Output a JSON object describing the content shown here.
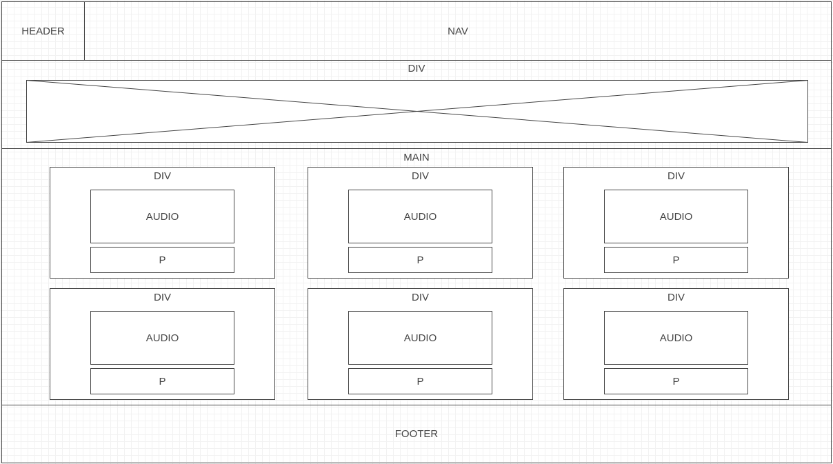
{
  "header": {
    "label": "HEADER"
  },
  "nav": {
    "label": "NAV"
  },
  "hero": {
    "label": "DIV"
  },
  "main": {
    "label": "MAIN",
    "cards": [
      {
        "label": "DIV",
        "audio": "AUDIO",
        "p": "P"
      },
      {
        "label": "DIV",
        "audio": "AUDIO",
        "p": "P"
      },
      {
        "label": "DIV",
        "audio": "AUDIO",
        "p": "P"
      },
      {
        "label": "DIV",
        "audio": "AUDIO",
        "p": "P"
      },
      {
        "label": "DIV",
        "audio": "AUDIO",
        "p": "P"
      },
      {
        "label": "DIV",
        "audio": "AUDIO",
        "p": "P"
      }
    ]
  },
  "footer": {
    "label": "FOOTER"
  }
}
